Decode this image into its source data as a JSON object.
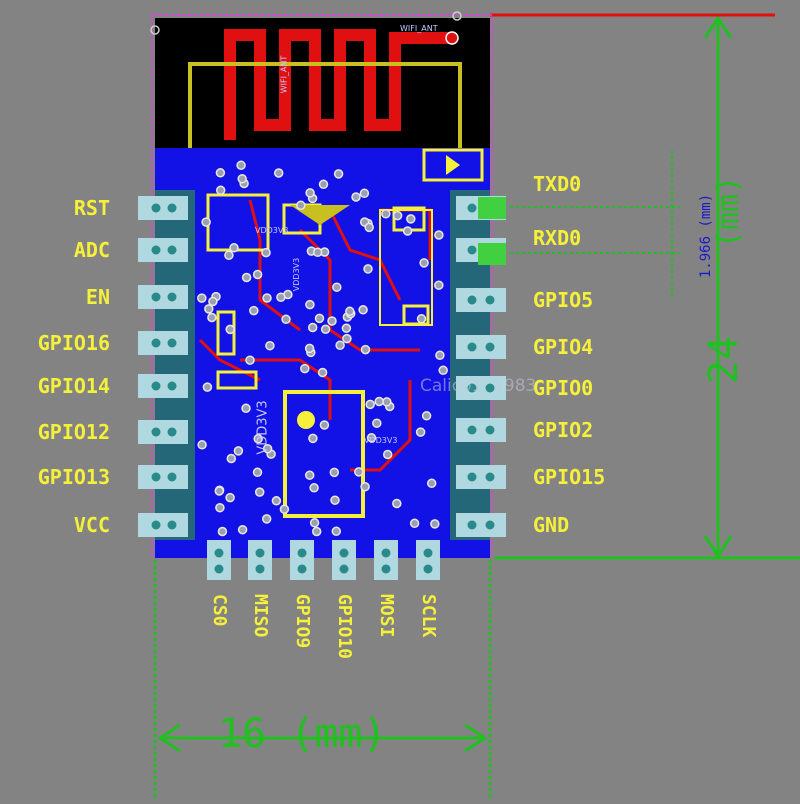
{
  "board": {
    "antenna_label": "WIFI_ANT",
    "net_label": "VDD3V3",
    "watermark": "Calico1, 1983"
  },
  "pins": {
    "left": [
      "RST",
      "ADC",
      "EN",
      "GPIO16",
      "GPIO14",
      "GPIO12",
      "GPIO13",
      "VCC"
    ],
    "right": [
      "TXD0",
      "RXD0",
      "GPIO5",
      "GPIO4",
      "GPIO0",
      "GPIO2",
      "GPIO15",
      "GND"
    ],
    "bottom": [
      "CS0",
      "MISO",
      "GPIO9",
      "GPIO10",
      "MOSI",
      "SCLK"
    ]
  },
  "dimensions": {
    "width_label": "16 (mm)",
    "height_label": "24",
    "height_unit": "(mm)",
    "pitch_label": "1.966 (mm)"
  },
  "colors": {
    "background": "#838383",
    "board_blue": "#1212e6",
    "trace_red": "#e01010",
    "pad_cyan": "#b0d8e0",
    "label_yellow": "#f5f03a",
    "dimension_green": "#20c020",
    "outline_magenta": "#e040e0"
  }
}
